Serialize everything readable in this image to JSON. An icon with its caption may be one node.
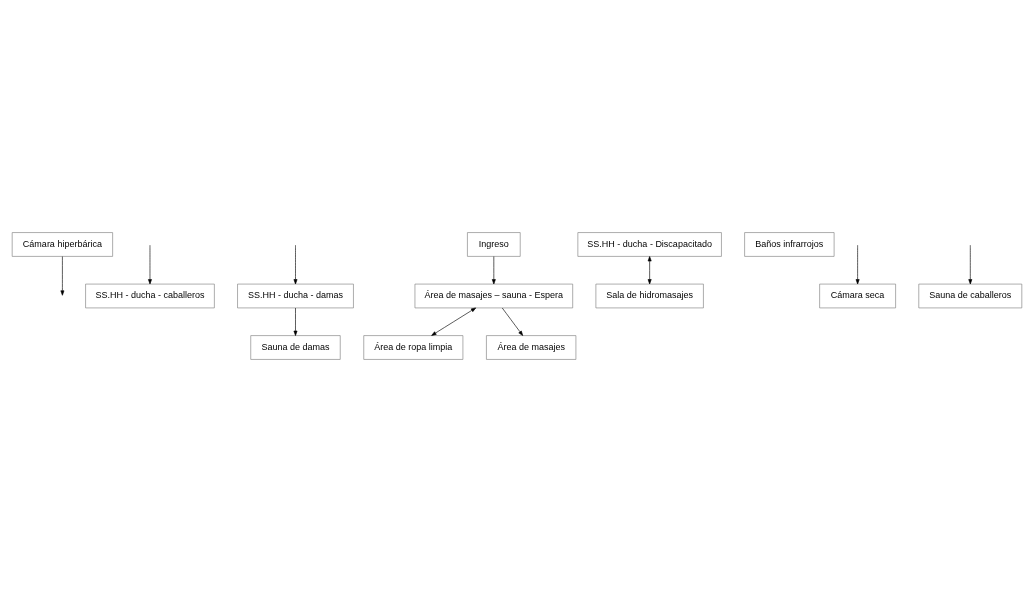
{
  "diagram": {
    "nodes": [
      {
        "text": [
          "Cámara hiperbárica"
        ]
      },
      {
        "text": [
          "SS.HH - ducha - caballeros"
        ]
      },
      {
        "text": [
          "SS.HH - ducha - damas"
        ]
      },
      {
        "text": [
          "Sauna de damas"
        ]
      },
      {
        "text": [
          "Área de masajes – sauna - Espera"
        ]
      },
      {
        "text": [
          "Área de ropa limpia"
        ]
      },
      {
        "text": [
          "SS.HH - ducha - Discapacitado"
        ]
      },
      {
        "text": [
          "Baños infrarrojos"
        ]
      },
      {
        "text": [
          "Sala de hidromasajes"
        ]
      },
      {
        "text": [
          "Cámara seca"
        ]
      },
      {
        "text": [
          "Área de masajes"
        ]
      },
      {
        "text": [
          "Sauna de caballeros"
        ]
      },
      {
        "text": [
          "Ingreso"
        ]
      }
    ],
    "edges": [
      {
        "from": 0,
        "to": null,
        "arrow": "to"
      },
      {
        "from": null,
        "to": 1,
        "arrow": "to"
      },
      {
        "from": null,
        "to": 2,
        "arrow": "to"
      },
      {
        "from": 2,
        "to": 3,
        "arrow": "to"
      },
      {
        "from": 4,
        "to": 5,
        "arrow": "both"
      },
      {
        "from": 6,
        "to": 8,
        "arrow": "both"
      },
      {
        "from": null,
        "to": 9,
        "arrow": "to"
      },
      {
        "from": 4,
        "to": 10,
        "arrow": "to"
      },
      {
        "from": null,
        "to": 11,
        "arrow": "to"
      },
      {
        "from": 12,
        "to": 4,
        "arrow": "to"
      }
    ]
  }
}
